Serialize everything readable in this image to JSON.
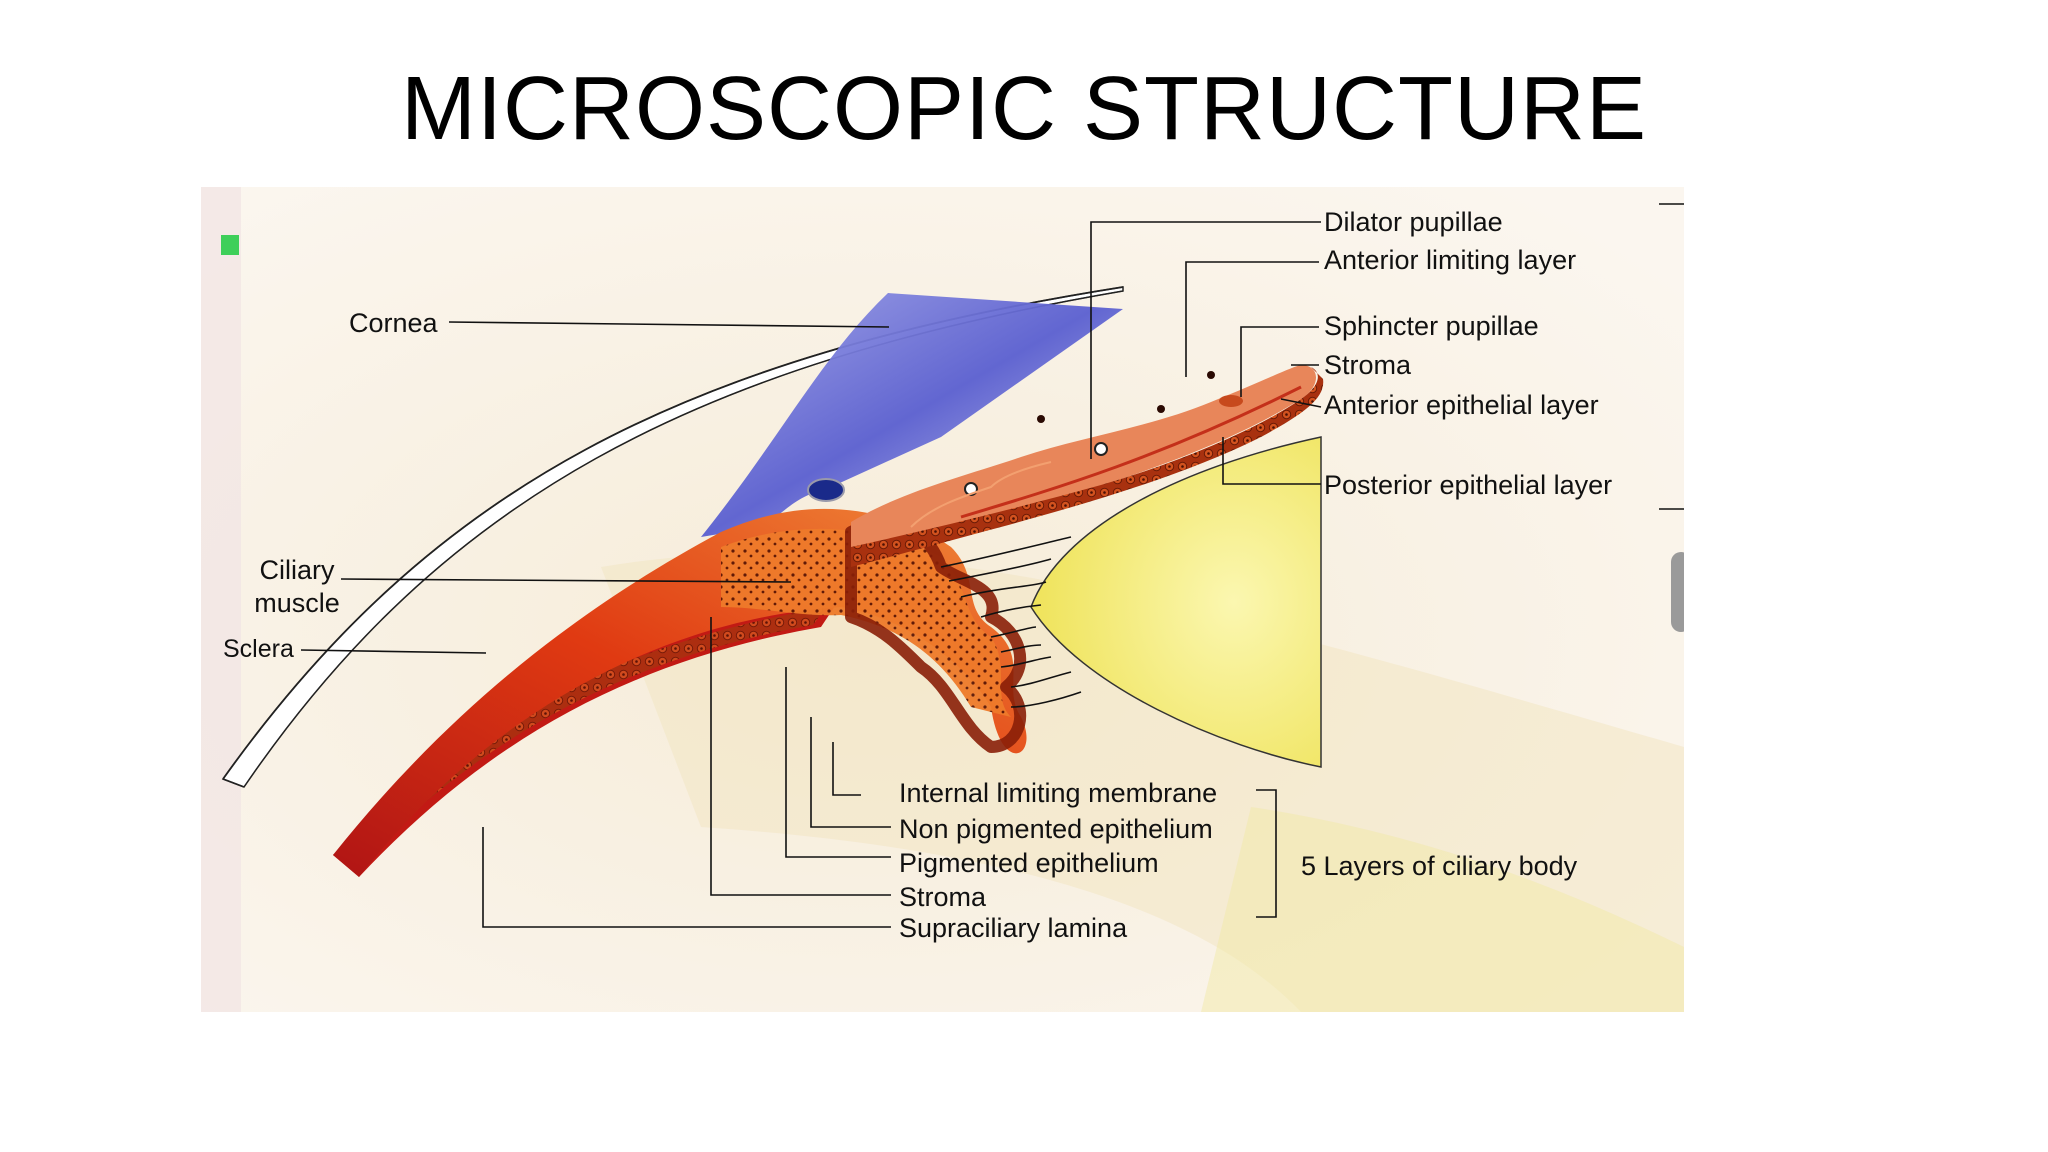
{
  "slide": {
    "title": "MICROSCOPIC STRUCTURE"
  },
  "diagram": {
    "labels": {
      "cornea": "Cornea",
      "ciliary_muscle_line1": "Ciliary",
      "ciliary_muscle_line2": "muscle",
      "sclera": "Sclera",
      "dilator_pupillae": "Dilator pupillae",
      "anterior_limiting_layer": "Anterior limiting layer",
      "sphincter_pupillae": "Sphincter pupillae",
      "iris_stroma": "Stroma",
      "anterior_epithelial_layer": "Anterior epithelial layer",
      "posterior_epithelial_layer": "Posterior epithelial layer",
      "internal_limiting_membrane": "Internal limiting membrane",
      "non_pigmented_epithelium": "Non pigmented epithelium",
      "pigmented_epithelium": "Pigmented epithelium",
      "ciliary_stroma": "Stroma",
      "supraciliary_lamina": "Supraciliary lamina",
      "five_layers": "5 Layers of ciliary body"
    },
    "colors": {
      "cornea": "#5a5fd0",
      "iris": "#e8865a",
      "ciliary_body": "#e8541c",
      "pigment": "#b5300f",
      "lens": "#f6f08a",
      "marker": "#3ecf5a"
    }
  }
}
